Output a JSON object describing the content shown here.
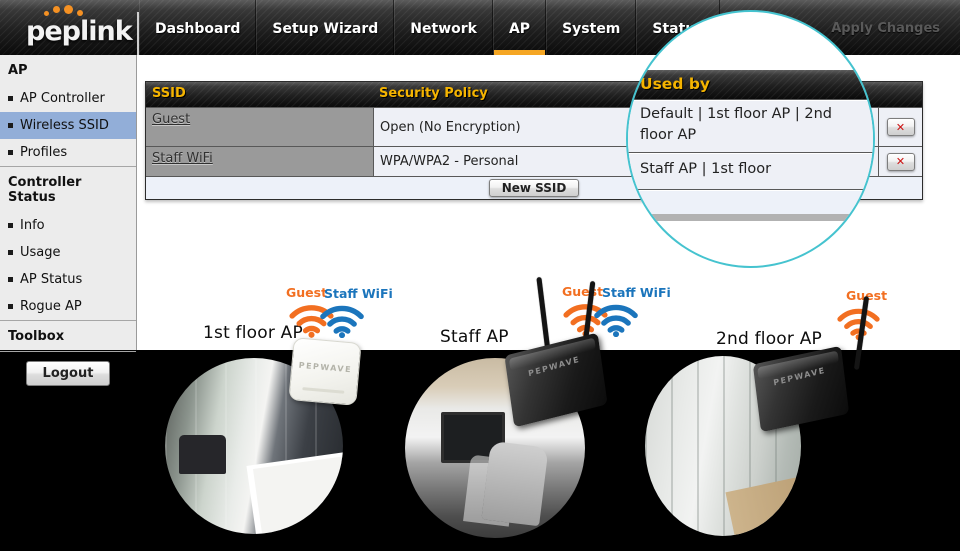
{
  "brand": {
    "logo_text": "peplink"
  },
  "nav": {
    "tabs": [
      "Dashboard",
      "Setup Wizard",
      "Network",
      "AP",
      "System",
      "Status"
    ],
    "active_tab": "AP",
    "apply_changes": "Apply Changes"
  },
  "sidebar": {
    "sections": [
      {
        "title": "AP",
        "items": [
          "AP Controller",
          "Wireless SSID",
          "Profiles"
        ]
      },
      {
        "title": "Controller Status",
        "items": [
          "Info",
          "Usage",
          "AP Status",
          "Rogue AP"
        ]
      },
      {
        "title": "Toolbox",
        "items": []
      }
    ],
    "selected_item": "Wireless SSID",
    "logout_label": "Logout"
  },
  "ssid_table": {
    "columns": [
      "SSID",
      "Security Policy",
      "Used by"
    ],
    "rows": [
      {
        "ssid": "Guest",
        "security": "Open (No Encryption)",
        "used_by": "Default | 1st floor AP | 2nd floor AP"
      },
      {
        "ssid": "Staff WiFi",
        "security": "WPA/WPA2 - Personal",
        "used_by": "Staff AP | 1st floor"
      }
    ],
    "new_button_label": "New SSID",
    "delete_icon": "✕"
  },
  "aps": [
    {
      "label": "1st floor AP",
      "device_label": "PEPWAVE",
      "ssids": [
        "Guest",
        "Staff WiFi"
      ]
    },
    {
      "label": "Staff AP",
      "device_label": "PEPWAVE",
      "ssids": [
        "Guest",
        "Staff WiFi"
      ]
    },
    {
      "label": "2nd floor AP",
      "device_label": "PEPWAVE",
      "ssids": [
        "Guest"
      ]
    }
  ],
  "colors": {
    "wifi_guest_orange": "#f26f21",
    "wifi_staff_blue": "#1b75bc",
    "table_header_gold": "#f5b400",
    "active_tab_orange": "#f5a623",
    "selected_item_blue": "#92aed8",
    "magnifier_teal": "#45c3cf",
    "delete_red": "#cc1111"
  }
}
